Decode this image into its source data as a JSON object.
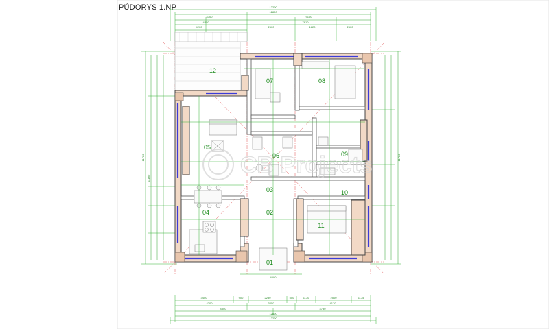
{
  "sheet": {
    "title": "PŮDORYS 1.NP",
    "watermark": "CB Projects"
  },
  "rooms": [
    {
      "id": "r01",
      "label": "01"
    },
    {
      "id": "r02",
      "label": "02"
    },
    {
      "id": "r03",
      "label": "03"
    },
    {
      "id": "r04",
      "label": "04"
    },
    {
      "id": "r05",
      "label": "05"
    },
    {
      "id": "r06",
      "label": "06"
    },
    {
      "id": "r07",
      "label": "07"
    },
    {
      "id": "r08",
      "label": "08"
    },
    {
      "id": "r09",
      "label": "09"
    },
    {
      "id": "r10",
      "label": "10"
    },
    {
      "id": "r11",
      "label": "11"
    },
    {
      "id": "r12",
      "label": "12"
    }
  ],
  "dimensions": {
    "top_overall": "12200",
    "top_overall_2": "12800",
    "top_segments": [
      "4700",
      "9100"
    ],
    "top_row3": [
      "4400",
      "7810"
    ],
    "top_row4": [
      "4200",
      "2500",
      "1820",
      "2500"
    ],
    "bottom_row1": [
      "3400",
      "900",
      "2250",
      "500",
      "1170",
      "2500",
      "1175"
    ],
    "bottom_row2": [
      "4200",
      "3250",
      "4170"
    ],
    "bottom_row3": [
      "4800",
      "4780"
    ],
    "bottom_overall": "12800",
    "bottom_overall_2": "12200",
    "left_overall": "11720",
    "left_overall_2": "11160",
    "right_overall": "11720",
    "entrance": "4000"
  },
  "colors": {
    "wall": "#f2d9c6",
    "window": "#3c3cd8",
    "dimension": "#2fa52f",
    "axis": "#e05050",
    "room_label": "#1a8a1a"
  }
}
